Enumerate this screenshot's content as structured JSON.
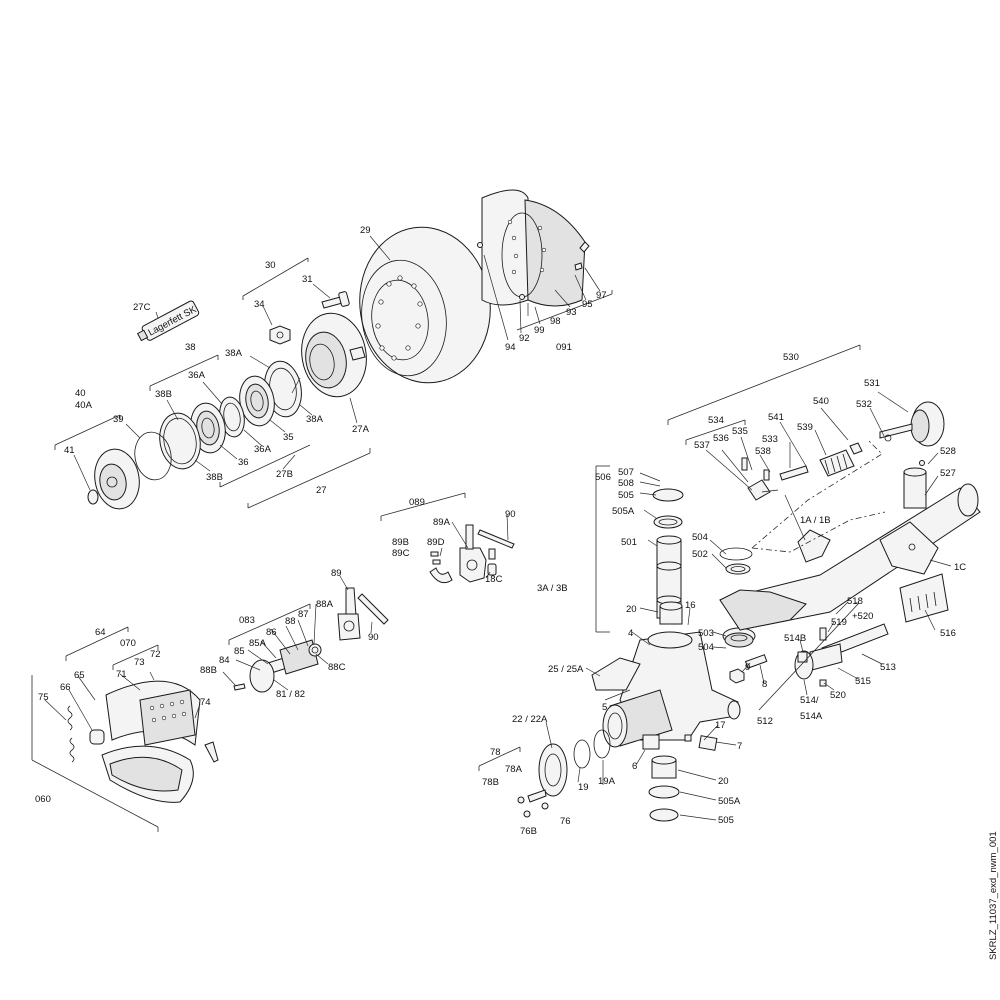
{
  "drawing_id": "SKRLZ_11037_exd_nwm_001",
  "grease_tube_text": "Lagerfett SK",
  "labels": {
    "l_27C": "27C",
    "l_30": "30",
    "l_31": "31",
    "l_34": "34",
    "l_29": "29",
    "l_38": "38",
    "l_38A_a": "38A",
    "l_36A_a": "36A",
    "l_38B_a": "38B",
    "l_40": "40",
    "l_40A": "40A",
    "l_39": "39",
    "l_41": "41",
    "l_38A_b": "38A",
    "l_35": "35",
    "l_36A_b": "36A",
    "l_36": "36",
    "l_38B_b": "38B",
    "l_27B": "27B",
    "l_27": "27",
    "l_27A": "27A",
    "l_97": "97",
    "l_95": "95",
    "l_93": "93",
    "l_98": "98",
    "l_99": "99",
    "l_92": "92",
    "l_94": "94",
    "l_091": "091",
    "l_530": "530",
    "l_531": "531",
    "l_532": "532",
    "l_540": "540",
    "l_541": "541",
    "l_534": "534",
    "l_535": "535",
    "l_536": "536",
    "l_537": "537",
    "l_538": "538",
    "l_533": "533",
    "l_539": "539",
    "l_528": "528",
    "l_527": "527",
    "l_1AB": "1A / 1B",
    "l_1C": "1C",
    "l_518": "518",
    "l_p520": "+520",
    "l_519": "519",
    "l_516": "516",
    "l_514B": "514B",
    "l_513": "513",
    "l_515": "515",
    "l_520": "520",
    "l_514": "514/",
    "l_514A": "514A",
    "l_512": "512",
    "l_506": "506",
    "l_507": "507",
    "l_508": "508",
    "l_505_a": "505",
    "l_505A_a": "505A",
    "l_504_a": "504",
    "l_502": "502",
    "l_501": "501",
    "l_3A3B": "3A / 3B",
    "l_20_a": "20",
    "l_16": "16",
    "l_4": "4",
    "l_503": "503",
    "l_504_b": "504",
    "l_9": "9",
    "l_8": "8",
    "l_25": "25 / 25A",
    "l_5": "5",
    "l_22": "22 / 22A",
    "l_17": "17",
    "l_7": "7",
    "l_6": "6",
    "l_19": "19",
    "l_19A": "19A",
    "l_20_b": "20",
    "l_505A_b": "505A",
    "l_505_b": "505",
    "l_78": "78",
    "l_78A": "78A",
    "l_78B": "78B",
    "l_76": "76",
    "l_76B": "76B",
    "l_089": "089",
    "l_89A": "89A",
    "l_90_a": "90",
    "l_89B": "89B",
    "l_89C": "89C",
    "l_89D": "89D",
    "l_18C": "18C",
    "l_89": "89",
    "l_90_b": "90",
    "l_083": "083",
    "l_88A": "88A",
    "l_88": "88",
    "l_87": "87",
    "l_86": "86",
    "l_85A": "85A",
    "l_85": "85",
    "l_84": "84",
    "l_88B": "88B",
    "l_8182": "81 / 82",
    "l_88C": "88C",
    "l_64": "64",
    "l_070": "070",
    "l_72": "72",
    "l_73": "73",
    "l_71": "71",
    "l_65": "65",
    "l_66": "66",
    "l_75": "75",
    "l_74": "74",
    "l_060": "060"
  }
}
